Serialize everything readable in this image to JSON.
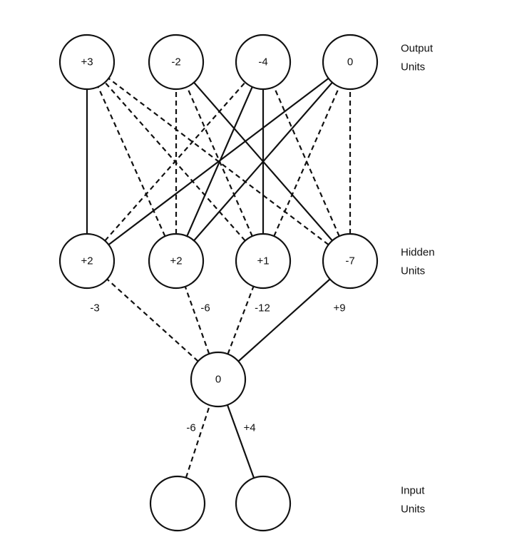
{
  "layers": {
    "output": {
      "label_line1": "Output",
      "label_line2": "Units",
      "units": [
        "+3",
        "-2",
        "-4",
        "0"
      ]
    },
    "hidden": {
      "label_line1": "Hidden",
      "label_line2": "Units",
      "units": [
        "+2",
        "+2",
        "+1",
        "-7"
      ]
    },
    "middle": {
      "units": [
        "0"
      ]
    },
    "input": {
      "label_line1": "Input",
      "label_line2": "Units",
      "units": [
        "",
        ""
      ]
    }
  },
  "edges_hidden_to_output": [
    {
      "from": 0,
      "to": 0,
      "style": "solid"
    },
    {
      "from": 0,
      "to": 2,
      "style": "dashed"
    },
    {
      "from": 0,
      "to": 3,
      "style": "solid"
    },
    {
      "from": 1,
      "to": 0,
      "style": "dashed"
    },
    {
      "from": 1,
      "to": 1,
      "style": "dashed"
    },
    {
      "from": 1,
      "to": 2,
      "style": "solid"
    },
    {
      "from": 1,
      "to": 3,
      "style": "solid"
    },
    {
      "from": 2,
      "to": 0,
      "style": "dashed"
    },
    {
      "from": 2,
      "to": 1,
      "style": "dashed"
    },
    {
      "from": 2,
      "to": 2,
      "style": "solid"
    },
    {
      "from": 2,
      "to": 3,
      "style": "dashed"
    },
    {
      "from": 3,
      "to": 0,
      "style": "dashed"
    },
    {
      "from": 3,
      "to": 1,
      "style": "solid"
    },
    {
      "from": 3,
      "to": 2,
      "style": "dashed"
    },
    {
      "from": 3,
      "to": 3,
      "style": "dashed"
    }
  ],
  "edges_middle_to_hidden": [
    {
      "to": 0,
      "weight": "-3",
      "style": "dashed"
    },
    {
      "to": 1,
      "weight": "-6",
      "style": "dashed"
    },
    {
      "to": 2,
      "weight": "-12",
      "style": "dashed"
    },
    {
      "to": 3,
      "weight": "+9",
      "style": "solid"
    }
  ],
  "edges_input_to_middle": [
    {
      "from": 0,
      "weight": "-6",
      "style": "dashed"
    },
    {
      "from": 1,
      "weight": "+4",
      "style": "solid"
    }
  ]
}
